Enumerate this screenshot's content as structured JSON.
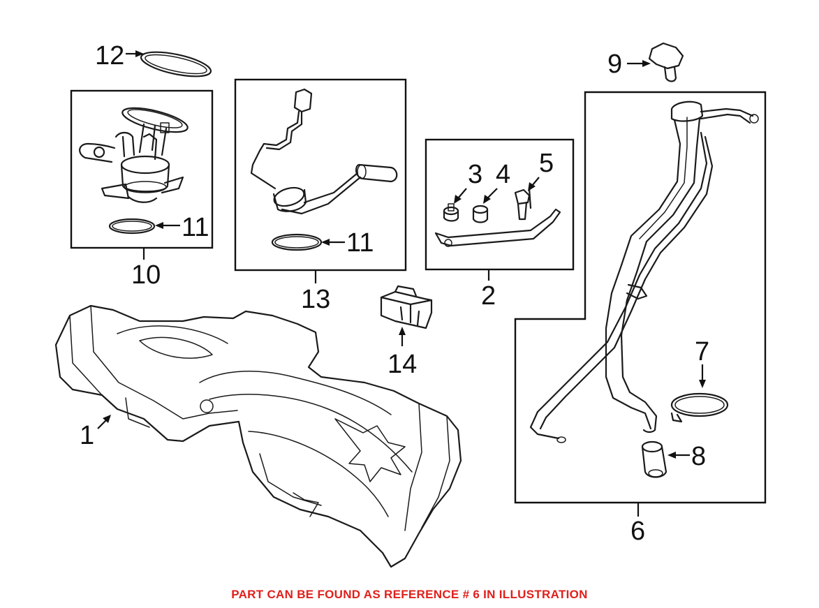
{
  "diagram": {
    "callouts": {
      "c1": "1",
      "c2": "2",
      "c3": "3",
      "c4": "4",
      "c5": "5",
      "c6": "6",
      "c7": "7",
      "c8": "8",
      "c9": "9",
      "c10": "10",
      "c11a": "11",
      "c11b": "11",
      "c12": "12",
      "c13": "13",
      "c14": "14"
    }
  },
  "footer": {
    "note": "PART CAN BE FOUND AS REFERENCE # 6 IN ILLUSTRATION",
    "color": "#e0201b"
  }
}
